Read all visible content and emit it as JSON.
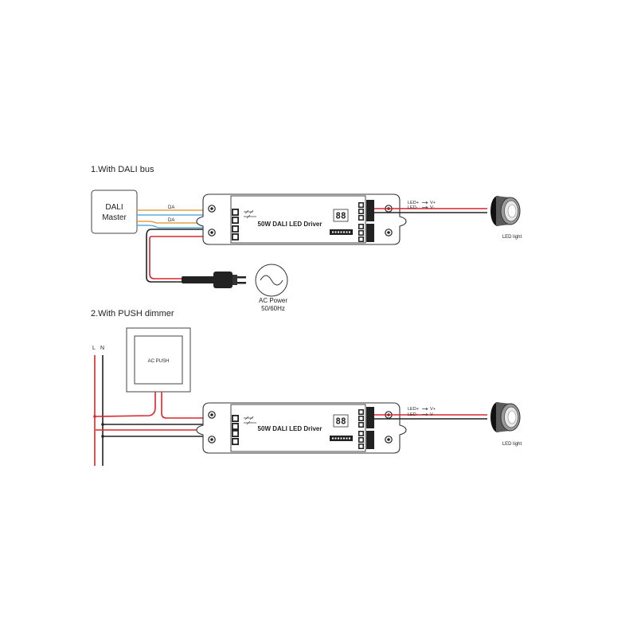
{
  "section1": {
    "title": "1.With DALI bus",
    "master_line1": "DALI",
    "master_line2": "Master",
    "da_top": "DA",
    "da_bottom": "DA",
    "driver_label": "50W DALI LED Driver",
    "led_plus": "LED+",
    "led_minus": "LED-",
    "v_plus": "V+",
    "v_minus": "V-",
    "led_light": "LED light",
    "ac_line1": "AC Power",
    "ac_line2": "50/60Hz"
  },
  "section2": {
    "title": "2.With PUSH dimmer",
    "push_label": "AC PUSH",
    "l_label": "L",
    "n_label": "N",
    "driver_label": "50W DALI LED Driver",
    "led_plus": "LED+",
    "led_minus": "LED-",
    "v_plus": "V+",
    "v_minus": "V-",
    "led_light": "LED light"
  },
  "colors": {
    "wire_live": "#d9262c",
    "wire_neutral": "#222222",
    "dali_wire_1": "#e0a24a",
    "dali_wire_2": "#5aaee0"
  },
  "icons": {
    "led": "led-downlight-icon",
    "ac_source": "sine-wave-icon",
    "plug": "power-plug-icon",
    "display": "seven-segment-display-icon",
    "dip_switch": "dip-switch-icon"
  }
}
